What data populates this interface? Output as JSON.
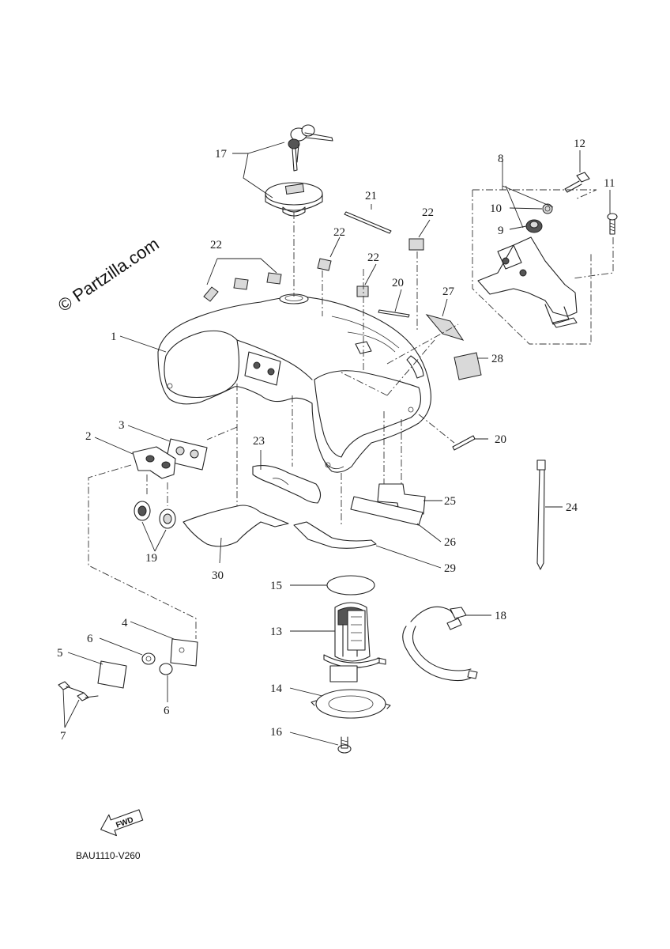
{
  "watermark": "© Partzilla.com",
  "diagram_code": "BAU1110-V260",
  "fwd_label": "FWD",
  "callouts": {
    "c1": "1",
    "c2": "2",
    "c3": "3",
    "c4": "4",
    "c5": "5",
    "c6a": "6",
    "c6b": "6",
    "c7": "7",
    "c8": "8",
    "c9": "9",
    "c10": "10",
    "c11": "11",
    "c12": "12",
    "c13": "13",
    "c14": "14",
    "c15": "15",
    "c16": "16",
    "c17": "17",
    "c18": "18",
    "c19": "19",
    "c20a": "20",
    "c20b": "20",
    "c21": "21",
    "c22a": "22",
    "c22b": "22",
    "c22c": "22",
    "c23": "23",
    "c24": "24",
    "c25": "25",
    "c26": "26",
    "c27": "27",
    "c28": "28",
    "c29": "29",
    "c30": "30"
  },
  "icons": [
    "fwd-arrow-icon"
  ]
}
